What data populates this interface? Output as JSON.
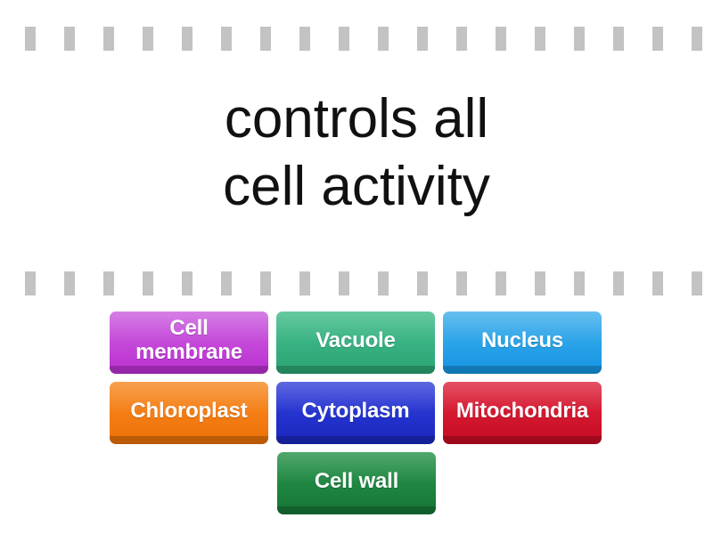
{
  "prompt": {
    "text": "controls all\ncell activity"
  },
  "separators": {
    "dash_color": "#c3c3c3",
    "dash_count": 23
  },
  "answers": {
    "tiles": [
      {
        "label": "Cell\nmembrane",
        "color": "#c346d8",
        "color_top": "#cd62e0",
        "color_bottom": "#bb2ed2"
      },
      {
        "label": "Vacuole",
        "color": "#37b181",
        "color_top": "#45bd8c",
        "color_bottom": "#2ba373"
      },
      {
        "label": "Nucleus",
        "color": "#28a2e8",
        "color_top": "#44b0ec",
        "color_bottom": "#1494e2"
      },
      {
        "label": "Chloroplast",
        "color": "#f47d13",
        "color_top": "#f78c27",
        "color_bottom": "#ea7007"
      },
      {
        "label": "Cytoplasm",
        "color": "#2432ce",
        "color_top": "#3a47db",
        "color_bottom": "#1a27bd"
      },
      {
        "label": "Mitochondria",
        "color": "#d3172f",
        "color_top": "#de2b42",
        "color_bottom": "#c30b22"
      },
      {
        "label": "Cell wall",
        "color": "#1e8540",
        "color_top": "#2a954c",
        "color_bottom": "#157535"
      }
    ]
  }
}
